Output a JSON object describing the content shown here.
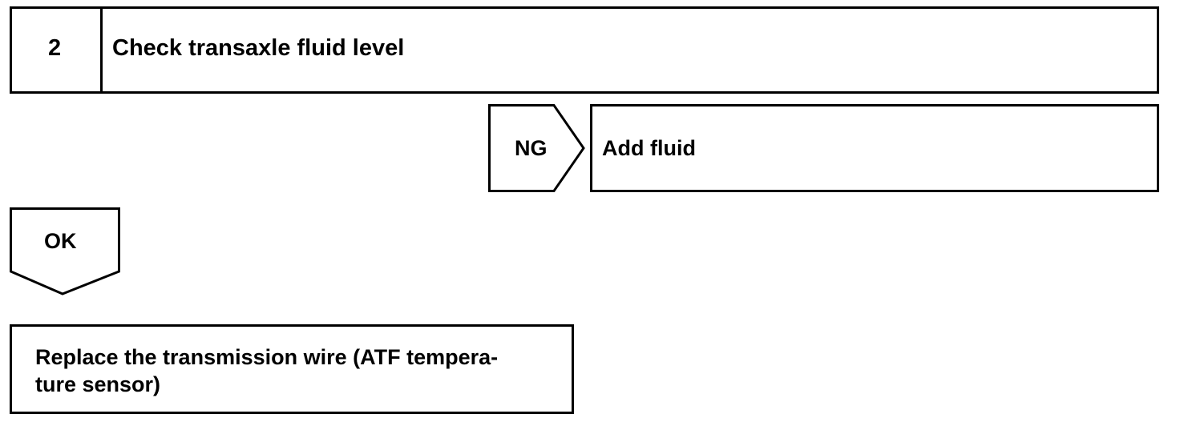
{
  "step": {
    "number": "2",
    "title": "Check transaxle fluid level"
  },
  "ng_branch": {
    "label": "NG",
    "action": "Add fluid"
  },
  "ok_branch": {
    "label": "OK"
  },
  "result": {
    "line1": "Replace the transmission wire (ATF tempera-",
    "line2": "ture sensor)"
  },
  "colors": {
    "stroke": "#000000",
    "fill": "#ffffff"
  }
}
